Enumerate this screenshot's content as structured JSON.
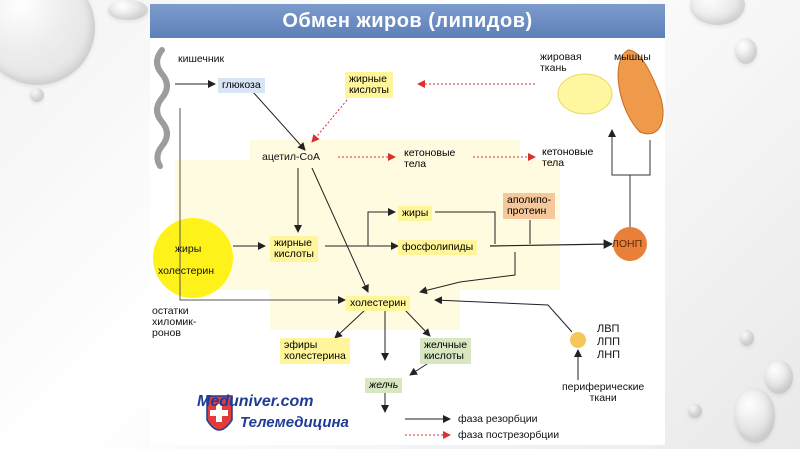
{
  "title": "Обмен жиров (липидов)",
  "labels": {
    "kishechnik": "кишечник",
    "glyukoza": "глюкоза",
    "zhirnye_kisloty_top": "жирные\nкислоты",
    "zhirovaya_tkan": "жировая\nткань",
    "myshcy": "мышцы",
    "acetil_coa": "ацетил-CoA",
    "ketonovye_tela_1": "кетоновые\nтела",
    "ketonovye_tela_2": "кетоновые\nтела",
    "zhiry_left": "жиры",
    "holesterin_left": "холестерин",
    "zhirnye_kisloty_mid": "жирные\nкислоты",
    "zhiry_mid": "жиры",
    "apolipoprotein": "аполипо-\nпротеин",
    "fosfolipidy": "фосфолипиды",
    "lonp": "ЛОНП",
    "ostatki": "остатки\nхиломик-\nронов",
    "holesterin_center": "холестерин",
    "efiry": "эфиры\nхолестерина",
    "zhelchnye_kisloty": "желчные\nкислоты",
    "zhelch": "желчь",
    "lvp": "ЛВП",
    "lpp": "ЛПП",
    "lnp": "ЛНП",
    "perifericheskie": "периферические\nткани",
    "legend_resorb": "фаза резорбции",
    "legend_postresorb": "фаза пострезорбции"
  },
  "logo": {
    "line1": "Meduniver.com",
    "line2": "Телемедицина"
  },
  "colors": {
    "title_bar": "#6a8cc3",
    "yellow_box": "#fff59a",
    "green_box": "#d8e6c2",
    "orange_box": "#f6c79a",
    "lonp_circle": "#e8803a",
    "fat_circle": "#fff21a",
    "postresorb_arrow": "#d93030"
  }
}
